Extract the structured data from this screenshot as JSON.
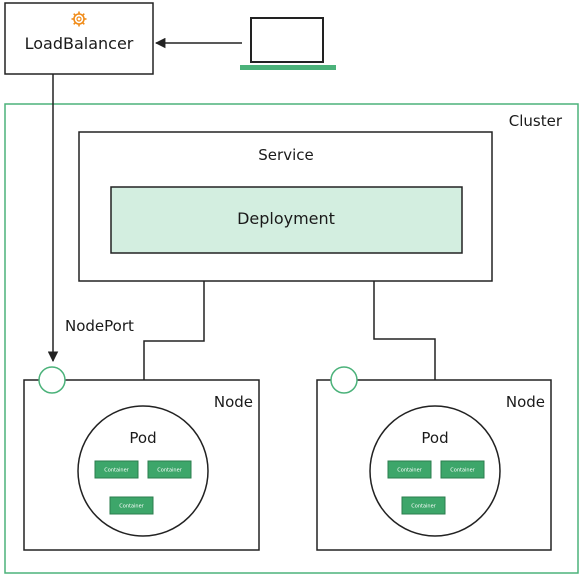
{
  "diagram": {
    "load_balancer": {
      "label": "LoadBalancer",
      "icon": "gear-icon"
    },
    "client": {
      "icon": "laptop-icon"
    },
    "cluster": {
      "label": "Cluster"
    },
    "service": {
      "label": "Service"
    },
    "deployment": {
      "label": "Deployment"
    },
    "node_port": {
      "label": "NodePort"
    },
    "nodes": [
      {
        "label": "Node",
        "pod": {
          "label": "Pod",
          "containers": [
            "Container",
            "Container",
            "Container"
          ]
        }
      },
      {
        "label": "Node",
        "pod": {
          "label": "Pod",
          "containers": [
            "Container",
            "Container",
            "Container"
          ]
        }
      }
    ]
  },
  "colors": {
    "accent_fill": "#d3eee0",
    "accent_stroke": "#4bb27a",
    "container_fill": "#3da66a",
    "icon_orange": "#f08c1a",
    "stroke": "#222222"
  }
}
